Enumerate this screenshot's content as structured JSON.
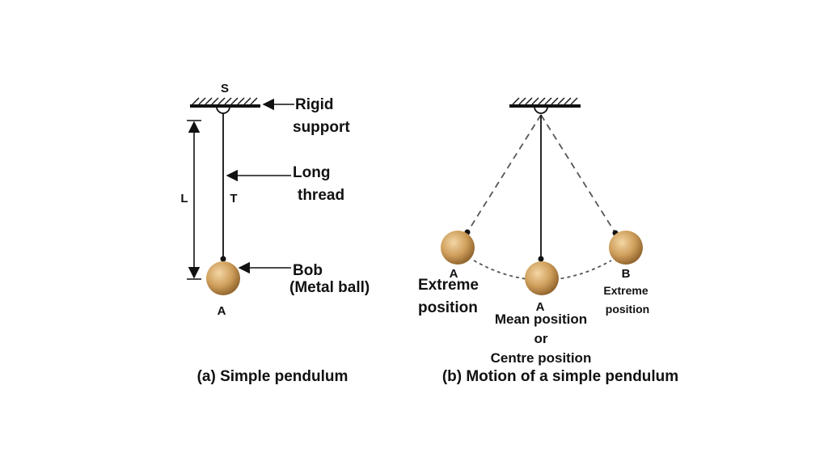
{
  "diagram_a": {
    "support_label": "S",
    "rigid_label_line1": "Rigid",
    "rigid_label_line2": "support",
    "thread_label_line1": "Long",
    "thread_label_line2": "thread",
    "length_label": "L",
    "tension_label": "T",
    "bob_label_line1": "Bob",
    "bob_label_line2": "(Metal ball)",
    "bob_position_label": "A",
    "caption": "(a) Simple pendulum"
  },
  "diagram_b": {
    "left_bob_label": "A",
    "left_extreme_line1": "Extreme",
    "left_extreme_line2": "position",
    "mean_bob_label": "A",
    "mean_line1": "Mean position",
    "mean_line2": "or",
    "mean_line3": "Centre position",
    "right_bob_label": "B",
    "right_extreme_line1": "Extreme",
    "right_extreme_line2": "position",
    "caption": "(b) Motion of a simple pendulum"
  },
  "colors": {
    "ink": "#111111",
    "bob_light": "#f3d6a4",
    "bob_mid": "#cf9f5c",
    "bob_dark": "#8a5e28",
    "dashed": "#555555"
  }
}
